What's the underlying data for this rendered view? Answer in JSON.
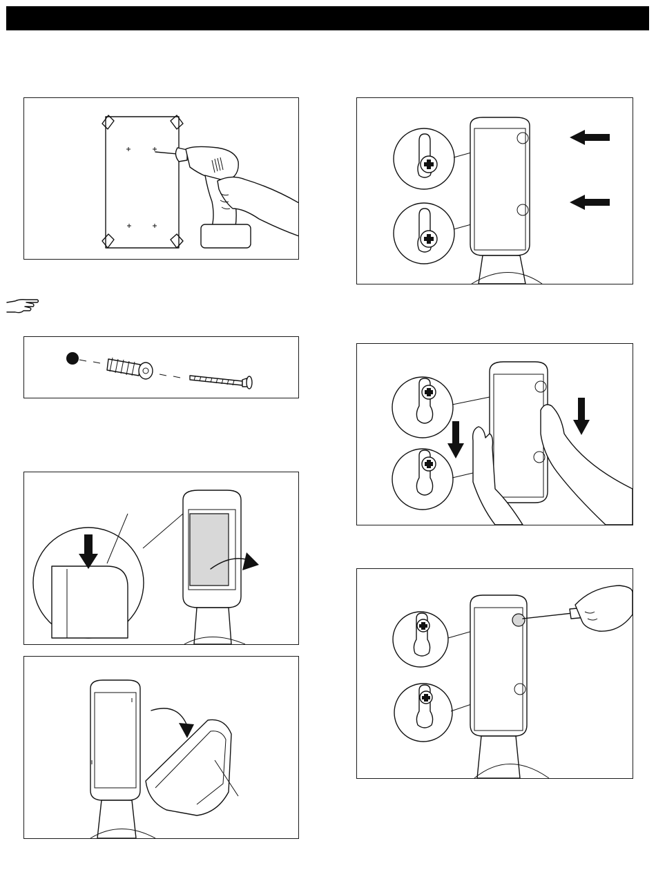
{
  "header": {
    "title": ""
  },
  "colors": {
    "header_bar": "#000000",
    "line_art": "#111111",
    "background": "#ffffff"
  },
  "icons": {
    "note": "pointing-hand-icon",
    "arrow": "arrow-icon",
    "curved_arrow": "curved-arrow-icon"
  },
  "figures": [
    {
      "id": "drill-wall-template",
      "depicts": "drill-icon"
    },
    {
      "id": "anchor-and-screw",
      "depicts": "wall-anchor-icon"
    },
    {
      "id": "remove-battery-cover",
      "depicts": "curved-arrow-icon"
    },
    {
      "id": "attach-cover",
      "depicts": "curved-arrow-icon"
    },
    {
      "id": "slide-onto-screws",
      "depicts": "arrow-icon"
    },
    {
      "id": "lower-onto-screws",
      "depicts": "hands-icon"
    },
    {
      "id": "tighten-screws",
      "depicts": "screwdriver-icon"
    }
  ]
}
